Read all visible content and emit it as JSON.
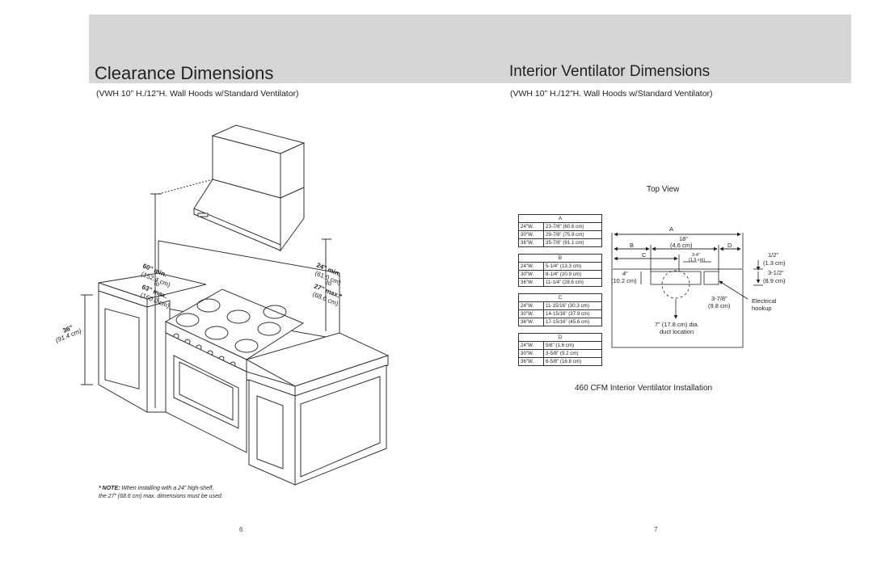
{
  "left_page": {
    "title": "Clearance Dimensions",
    "subtitle": "(VWH 10” H./12”H. Wall Hoods w/Standard Ventilator)",
    "dims": {
      "min60": "60\" min.",
      "min60_cm": "(152.4 cm)",
      "to1": "to",
      "max63": "63\" max.",
      "max63_cm": "(160.0 cm)",
      "min24": "24\" min.",
      "min24_cm": "(61.0 cm)",
      "to2": "to",
      "max27": "27\" max.*",
      "max27_cm": "(68.6 cm)",
      "h36": "36\"",
      "h36_cm": "(91.4 cm)"
    },
    "note_label": "* NOTE:",
    "note_line1": "When installing with a 24” high-shelf,",
    "note_line2": "the 27” (68.6 cm) max. dimensions must be used.",
    "page_number": "6"
  },
  "right_page": {
    "title": "Interior Ventilator Dimensions",
    "subtitle": "(VWH 10” H./12”H. Wall Hoods w/Standard Ventilator)",
    "top_view_label": "Top View",
    "tables": [
      {
        "header": "A",
        "rows": [
          [
            "24”W.",
            "23-7/8” (60.6 cm)"
          ],
          [
            "30”W.",
            "29-7/8” (75.9 cm)"
          ],
          [
            "36”W.",
            "35-7/8” (91.1 cm)"
          ]
        ]
      },
      {
        "header": "B",
        "rows": [
          [
            "24”W.",
            "5-1/4” (13.3 cm)"
          ],
          [
            "30”W.",
            "8-1/4” (20.9 cm)"
          ],
          [
            "36”W.",
            "11-1/4” (28.6 cm)"
          ]
        ]
      },
      {
        "header": "C",
        "rows": [
          [
            "24”W.",
            "11-15/16” (30.3 cm)"
          ],
          [
            "30”W.",
            "14-15/16” (37.9 cm)"
          ],
          [
            "36”W.",
            "17-15/16” (45.6 cm)"
          ]
        ]
      },
      {
        "header": "D",
        "rows": [
          [
            "24”W.",
            "5/8” (1.6 cm)"
          ],
          [
            "30”W.",
            "3-5/8” (9.2 cm)"
          ],
          [
            "36”W.",
            "6-5/8” (16.8 cm)"
          ]
        ]
      }
    ],
    "diagram": {
      "A": "A",
      "B": "B",
      "C": "C",
      "D": "D",
      "d18": "18”",
      "d18_cm": "(4.6 cm)",
      "d34": "3-4”",
      "d34_cm": "(1.9 cm)",
      "d4": "4”",
      "d4_cm": "(10.2 cm)",
      "d12": "1/2”",
      "d12_cm": "(1.3 cm)",
      "d312": "3-1/2”",
      "d312_cm": "(8.9 cm)",
      "d378": "3-7/8”",
      "d378_cm": "(9.8 cm)",
      "electrical1": "Electrical",
      "electrical2": "hookup",
      "duct1": "7” (17.8 cm) dia.",
      "duct2": "duct location"
    },
    "caption": "460 CFM Interior Ventilator Installation",
    "page_number": "7"
  }
}
